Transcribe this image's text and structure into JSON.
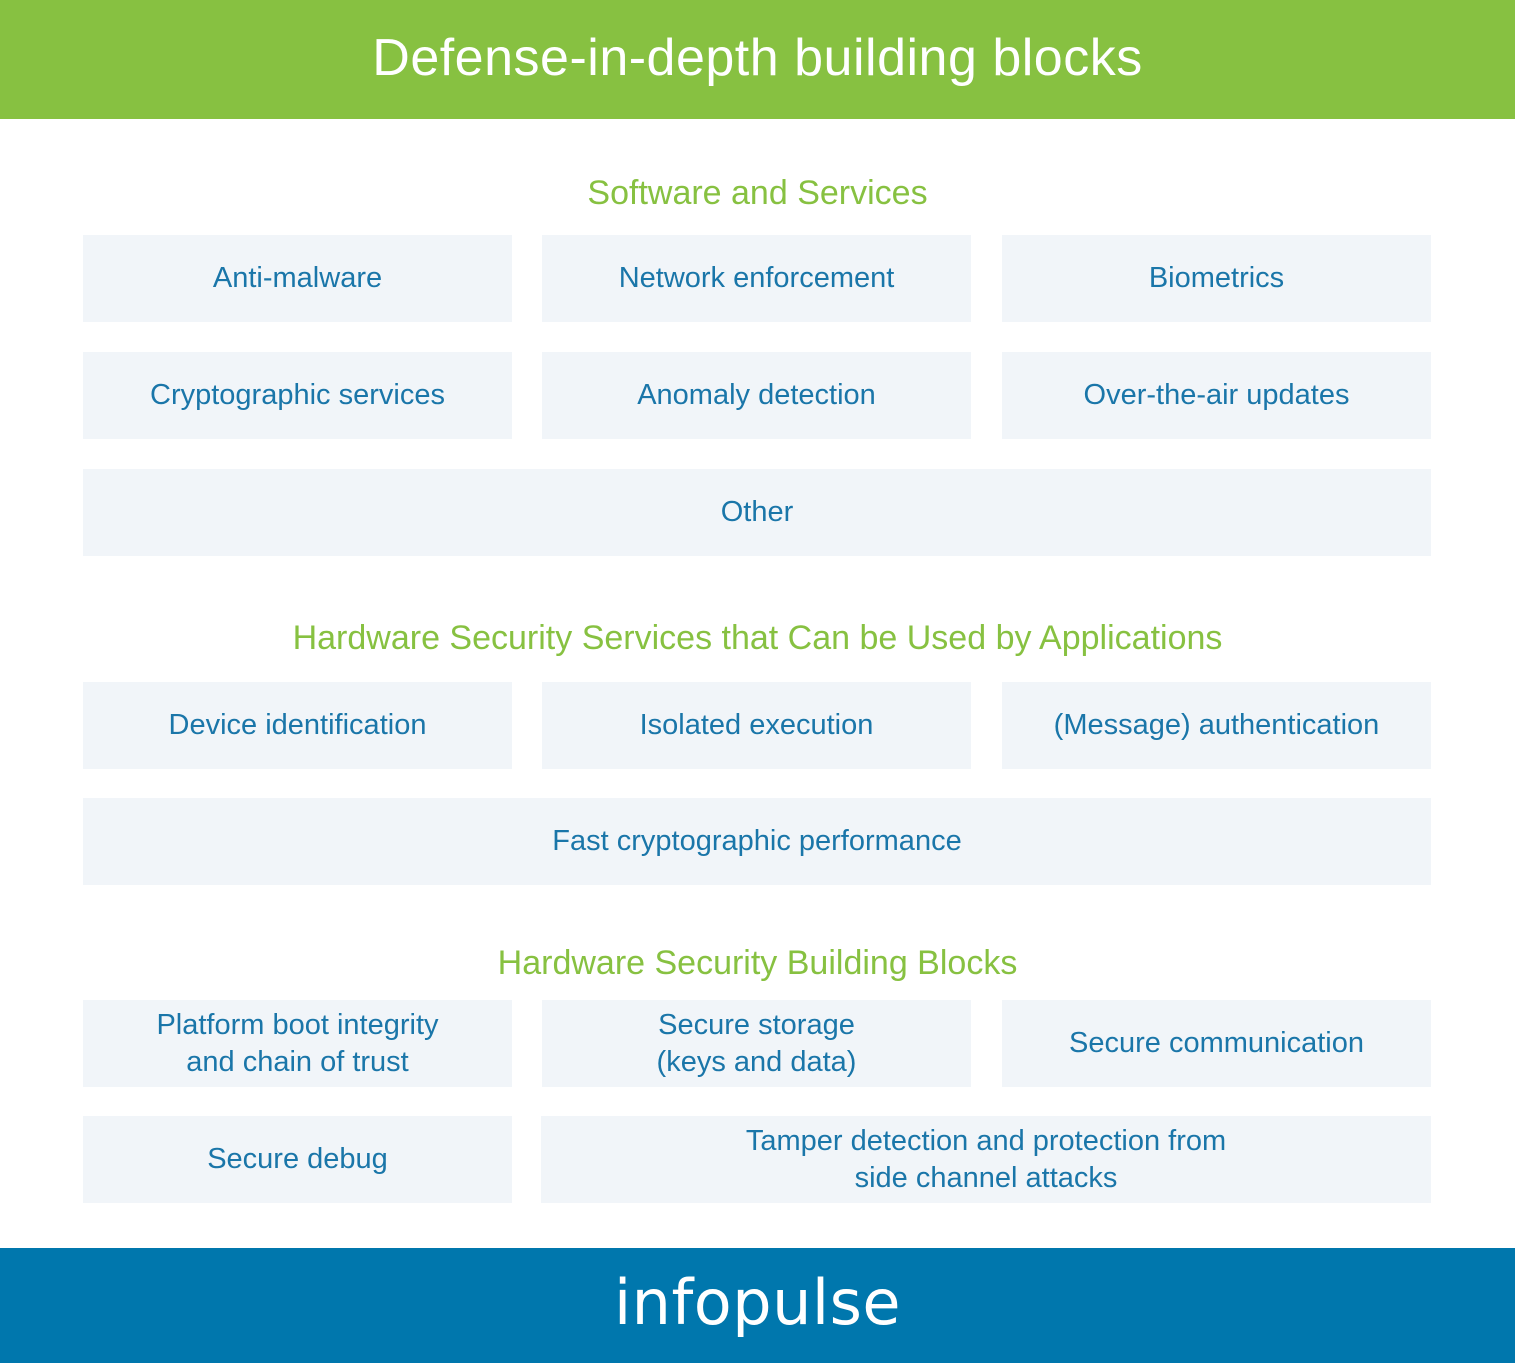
{
  "header": {
    "title": "Defense-in-depth building blocks"
  },
  "sections": [
    {
      "title": "Software and Services",
      "items": [
        "Anti-malware",
        "Network enforcement",
        "Biometrics",
        "Cryptographic services",
        "Anomaly detection",
        "Over-the-air updates",
        "Other"
      ]
    },
    {
      "title": "Hardware Security Services that Can be Used by Applications",
      "items": [
        "Device identification",
        "Isolated execution",
        "(Message) authentication",
        "Fast cryptographic performance"
      ]
    },
    {
      "title": "Hardware Security Building Blocks",
      "items": [
        "Platform boot integrity\nand chain of trust",
        "Secure storage\n(keys and data)",
        "Secure communication",
        "Secure debug",
        "Tamper detection and protection from\nside channel attacks"
      ]
    }
  ],
  "footer": {
    "logo": "infopulse"
  },
  "colors": {
    "header_bg": "#87c141",
    "section_title": "#87c141",
    "box_bg": "#f1f5f9",
    "box_text": "#1a76a9",
    "footer_bg": "#0077ad"
  }
}
